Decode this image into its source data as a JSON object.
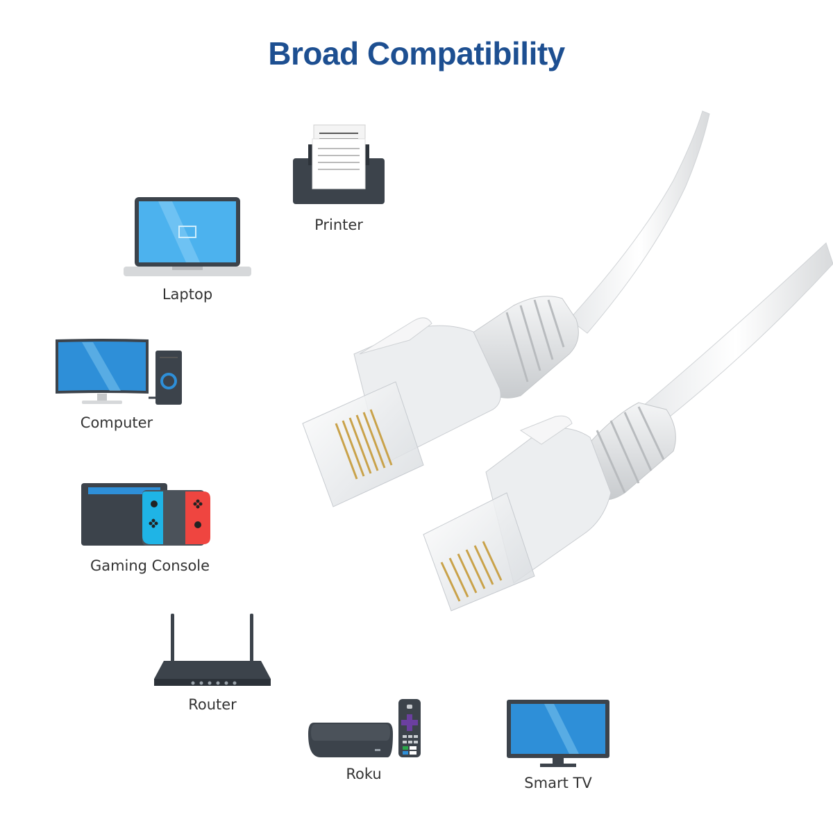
{
  "title": "Broad Compatibility",
  "devices": {
    "printer": "Printer",
    "laptop": "Laptop",
    "computer": "Computer",
    "gaming_console": "Gaming Console",
    "router": "Router",
    "roku": "Roku",
    "smart_tv": "Smart TV"
  },
  "colors": {
    "title": "#1d4f91",
    "device_dark": "#3c434b",
    "screen_blue": "#2e8fd8",
    "joycon_left": "#1fb4e6",
    "joycon_right": "#ef4540"
  }
}
